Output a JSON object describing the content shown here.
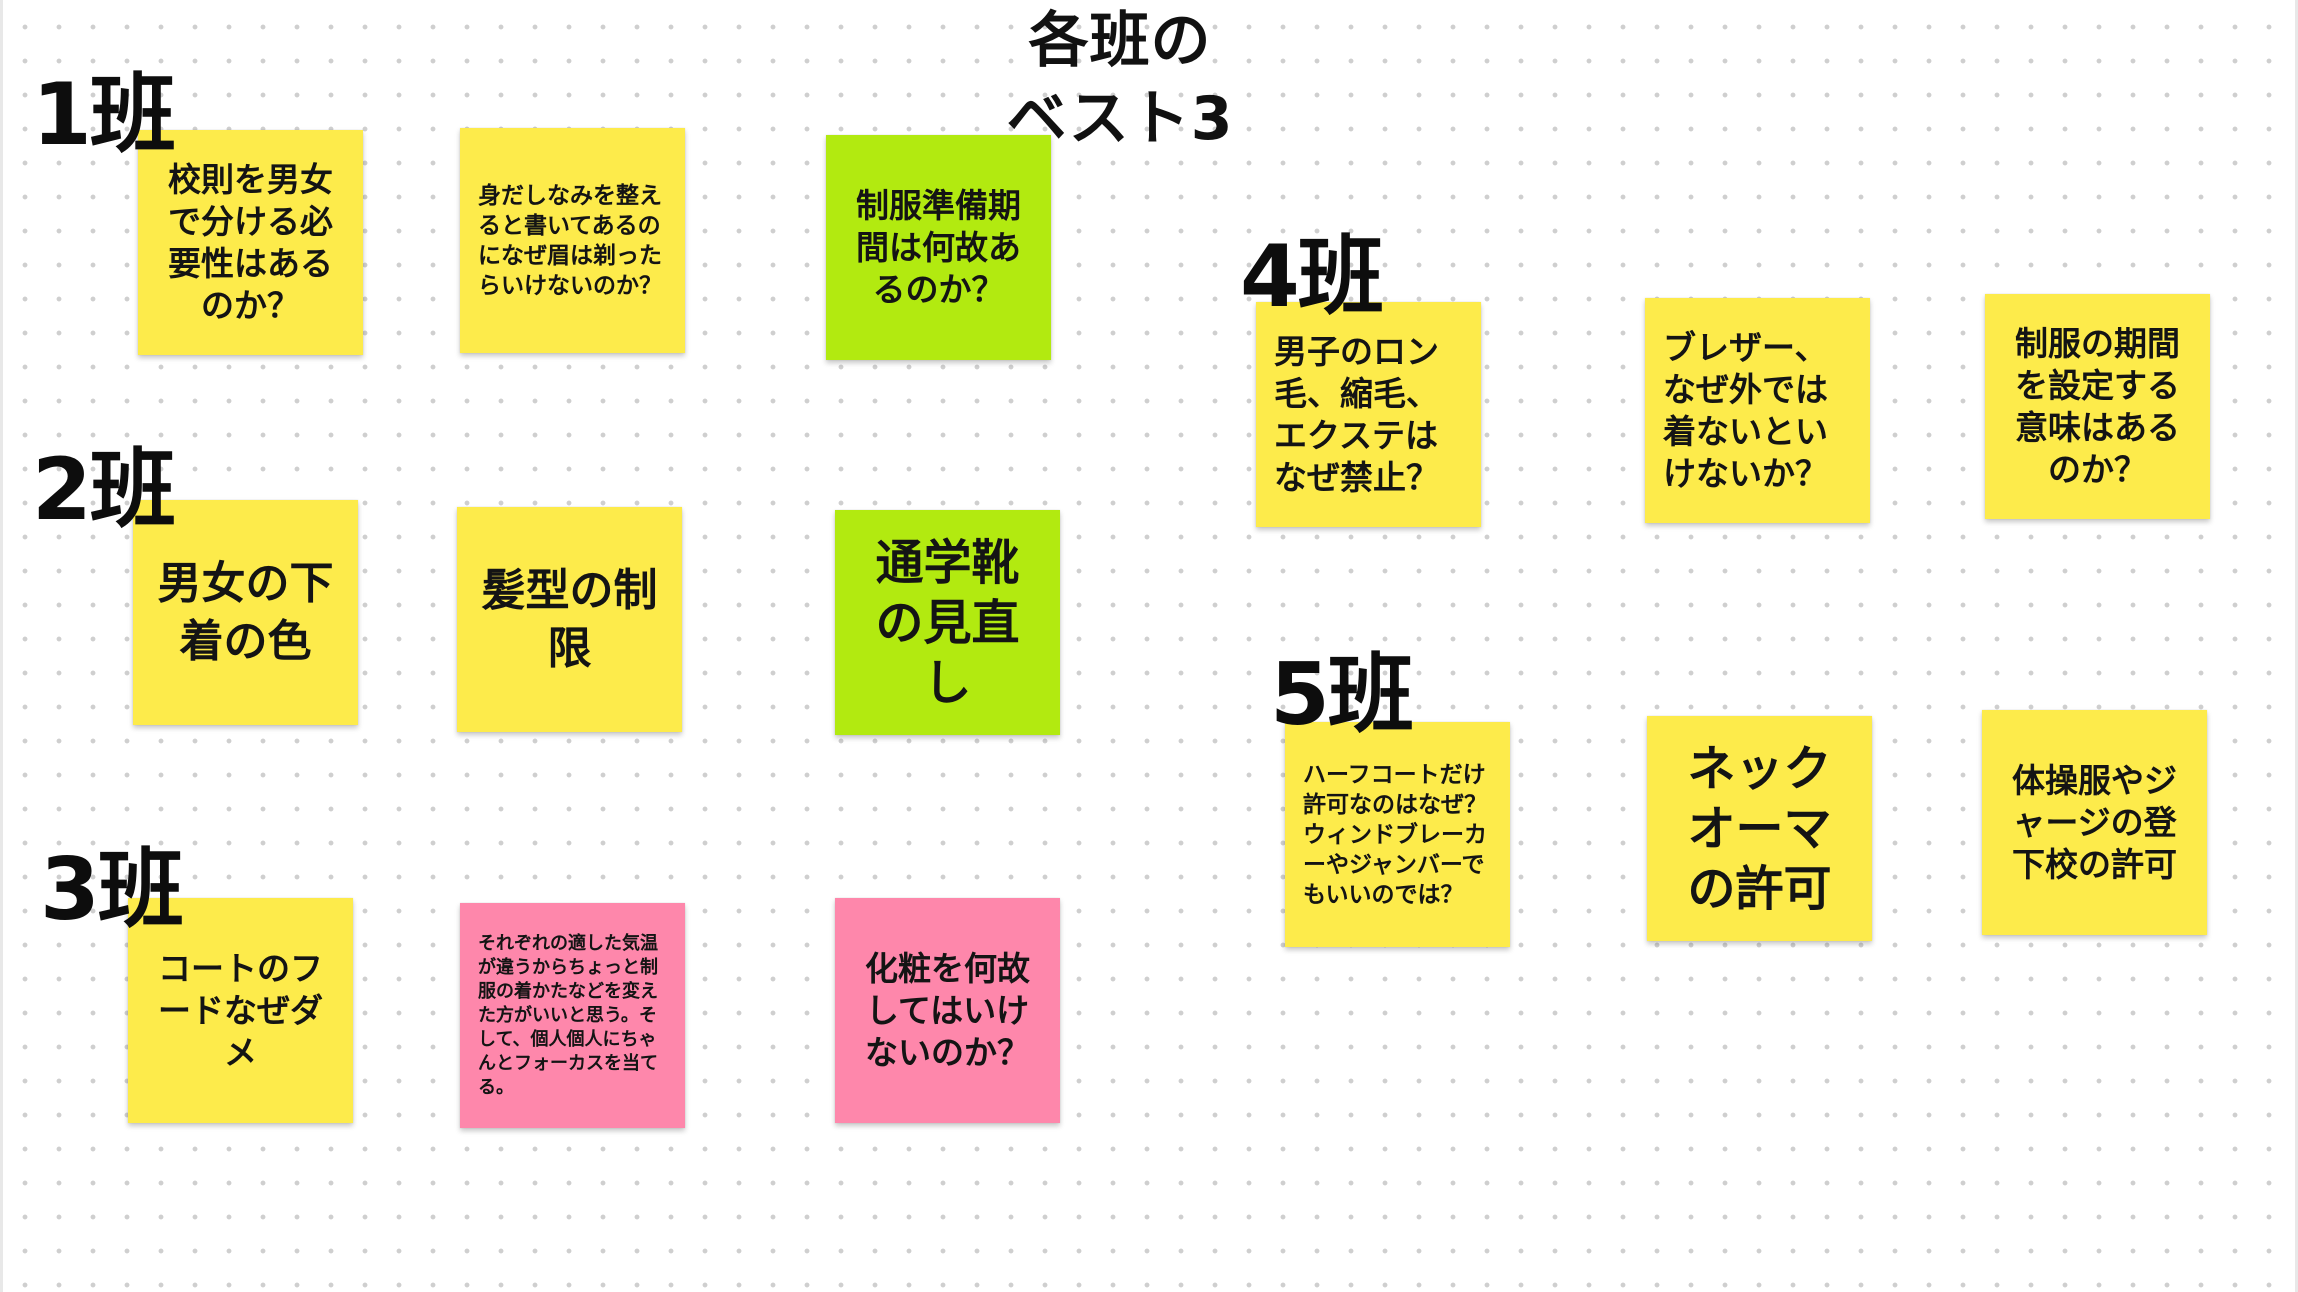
{
  "board": {
    "title_line1": "各班の",
    "title_line2": "ベスト3"
  },
  "groups": [
    {
      "label": "1班",
      "notes": [
        {
          "text": "校則を男女で分ける必要性はあるのか？",
          "color": "#fdeb4b"
        },
        {
          "text": "身だしなみを整えると書いてあるのになぜ眉は剃ったらいけないのか？",
          "color": "#fdeb4b"
        },
        {
          "text": "制服準備期間は何故あるのか？",
          "color": "#b2ea10"
        }
      ]
    },
    {
      "label": "2班",
      "notes": [
        {
          "text": "男女の下着の色",
          "color": "#fdeb4b"
        },
        {
          "text": "髪型の制限",
          "color": "#fdeb4b"
        },
        {
          "text": "通学靴の見直し",
          "color": "#b2ea10"
        }
      ]
    },
    {
      "label": "3班",
      "notes": [
        {
          "text": "コートのフードなぜダメ",
          "color": "#fdeb4b"
        },
        {
          "text": "それぞれの適した気温が違うからちょっと制服の着かたなどを変えた方がいいと思う。そして、個人個人にちゃんとフォーカスを当てる。",
          "color": "#fe87ab"
        },
        {
          "text": "化粧を何故してはいけないのか？",
          "color": "#fe87ab"
        }
      ]
    },
    {
      "label": "4班",
      "notes": [
        {
          "text": "男子のロン毛、縮毛、エクステはなぜ禁止？",
          "color": "#fdeb4b"
        },
        {
          "text": "ブレザー、なぜ外では着ないといけないか？",
          "color": "#fdeb4b"
        },
        {
          "text": "制服の期間を設定する意味はあるのか？",
          "color": "#fdeb4b"
        }
      ]
    },
    {
      "label": "5班",
      "notes": [
        {
          "text": "ハーフコートだけ許可なのはなぜ？ウィンドブレーカーやジャンバーでもいいのでは？",
          "color": "#fdeb4b"
        },
        {
          "text": "ネックオーマの許可",
          "color": "#fdeb4b"
        },
        {
          "text": "体操服やジャージの登下校の許可",
          "color": "#fdeb4b"
        }
      ]
    }
  ]
}
